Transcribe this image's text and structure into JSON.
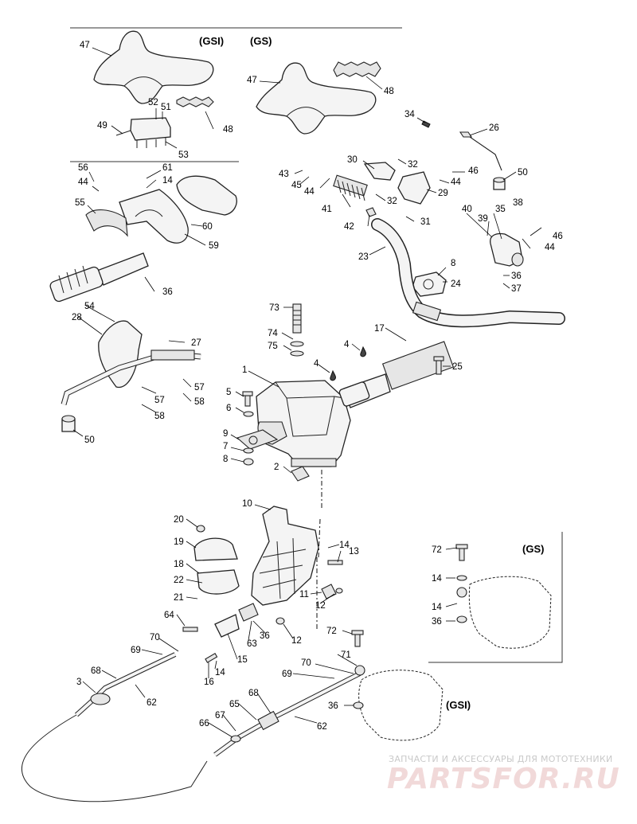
{
  "variants": {
    "gsi_top": "(GSI)",
    "gs_top": "(GS)",
    "gs_box": "(GS)",
    "gsi_bottom": "(GSI)"
  },
  "callouts": [
    {
      "id": "c47a",
      "text": "47"
    },
    {
      "id": "c47b",
      "text": "47"
    },
    {
      "id": "c48a",
      "text": "48"
    },
    {
      "id": "c48b",
      "text": "48"
    },
    {
      "id": "c52",
      "text": "52"
    },
    {
      "id": "c51",
      "text": "51"
    },
    {
      "id": "c49",
      "text": "49"
    },
    {
      "id": "c53",
      "text": "53"
    },
    {
      "id": "c34",
      "text": "34"
    },
    {
      "id": "c26",
      "text": "26"
    },
    {
      "id": "c50a",
      "text": "50"
    },
    {
      "id": "c30",
      "text": "30"
    },
    {
      "id": "c32a",
      "text": "32"
    },
    {
      "id": "c43",
      "text": "43"
    },
    {
      "id": "c46a",
      "text": "46"
    },
    {
      "id": "c45",
      "text": "45"
    },
    {
      "id": "c44a",
      "text": "44"
    },
    {
      "id": "c44b",
      "text": "44"
    },
    {
      "id": "c29",
      "text": "29"
    },
    {
      "id": "c32b",
      "text": "32"
    },
    {
      "id": "c41",
      "text": "41"
    },
    {
      "id": "c31",
      "text": "31"
    },
    {
      "id": "c42",
      "text": "42"
    },
    {
      "id": "c38",
      "text": "38"
    },
    {
      "id": "c40",
      "text": "40"
    },
    {
      "id": "c35",
      "text": "35"
    },
    {
      "id": "c39",
      "text": "39"
    },
    {
      "id": "c46b",
      "text": "46"
    },
    {
      "id": "c44c",
      "text": "44"
    },
    {
      "id": "c23",
      "text": "23"
    },
    {
      "id": "c8a",
      "text": "8"
    },
    {
      "id": "c24",
      "text": "24"
    },
    {
      "id": "c36a",
      "text": "36"
    },
    {
      "id": "c37",
      "text": "37"
    },
    {
      "id": "c56",
      "text": "56"
    },
    {
      "id": "c61",
      "text": "61"
    },
    {
      "id": "c44d",
      "text": "44"
    },
    {
      "id": "c14a",
      "text": "14"
    },
    {
      "id": "c55",
      "text": "55"
    },
    {
      "id": "c60",
      "text": "60"
    },
    {
      "id": "c59",
      "text": "59"
    },
    {
      "id": "c36b",
      "text": "36"
    },
    {
      "id": "c54",
      "text": "54"
    },
    {
      "id": "c28",
      "text": "28"
    },
    {
      "id": "c27",
      "text": "27"
    },
    {
      "id": "c57a",
      "text": "57"
    },
    {
      "id": "c57b",
      "text": "57"
    },
    {
      "id": "c58a",
      "text": "58"
    },
    {
      "id": "c58b",
      "text": "58"
    },
    {
      "id": "c50b",
      "text": "50"
    },
    {
      "id": "c73",
      "text": "73"
    },
    {
      "id": "c74",
      "text": "74"
    },
    {
      "id": "c75",
      "text": "75"
    },
    {
      "id": "c17",
      "text": "17"
    },
    {
      "id": "c4a",
      "text": "4"
    },
    {
      "id": "c4b",
      "text": "4"
    },
    {
      "id": "c25",
      "text": "25"
    },
    {
      "id": "c1",
      "text": "1"
    },
    {
      "id": "c5",
      "text": "5"
    },
    {
      "id": "c6",
      "text": "6"
    },
    {
      "id": "c9",
      "text": "9"
    },
    {
      "id": "c7",
      "text": "7"
    },
    {
      "id": "c8b",
      "text": "8"
    },
    {
      "id": "c2",
      "text": "2"
    },
    {
      "id": "c10",
      "text": "10"
    },
    {
      "id": "c20",
      "text": "20"
    },
    {
      "id": "c19",
      "text": "19"
    },
    {
      "id": "c18",
      "text": "18"
    },
    {
      "id": "c22",
      "text": "22"
    },
    {
      "id": "c21",
      "text": "21"
    },
    {
      "id": "c64",
      "text": "64"
    },
    {
      "id": "c14b",
      "text": "14"
    },
    {
      "id": "c13",
      "text": "13"
    },
    {
      "id": "c11",
      "text": "11"
    },
    {
      "id": "c12a",
      "text": "12"
    },
    {
      "id": "c12b",
      "text": "12"
    },
    {
      "id": "c63",
      "text": "63"
    },
    {
      "id": "c36c",
      "text": "36"
    },
    {
      "id": "c15",
      "text": "15"
    },
    {
      "id": "c70a",
      "text": "70"
    },
    {
      "id": "c69a",
      "text": "69"
    },
    {
      "id": "c68a",
      "text": "68"
    },
    {
      "id": "c3",
      "text": "3"
    },
    {
      "id": "c62a",
      "text": "62"
    },
    {
      "id": "c16",
      "text": "16"
    },
    {
      "id": "c14c",
      "text": "14"
    },
    {
      "id": "c72a",
      "text": "72"
    },
    {
      "id": "c14d",
      "text": "14"
    },
    {
      "id": "c14e",
      "text": "14"
    },
    {
      "id": "c36d",
      "text": "36"
    },
    {
      "id": "c72b",
      "text": "72"
    },
    {
      "id": "c71",
      "text": "71"
    },
    {
      "id": "c70b",
      "text": "70"
    },
    {
      "id": "c69b",
      "text": "69"
    },
    {
      "id": "c68b",
      "text": "68"
    },
    {
      "id": "c65",
      "text": "65"
    },
    {
      "id": "c67",
      "text": "67"
    },
    {
      "id": "c66",
      "text": "66"
    },
    {
      "id": "c62b",
      "text": "62"
    },
    {
      "id": "c36e",
      "text": "36"
    }
  ],
  "watermark": {
    "tagline": "ЗАПЧАСТИ И АКСЕССУАРЫ ДЛЯ МОТОТЕХНИКИ",
    "brand": "PARTSFOR.RU"
  }
}
